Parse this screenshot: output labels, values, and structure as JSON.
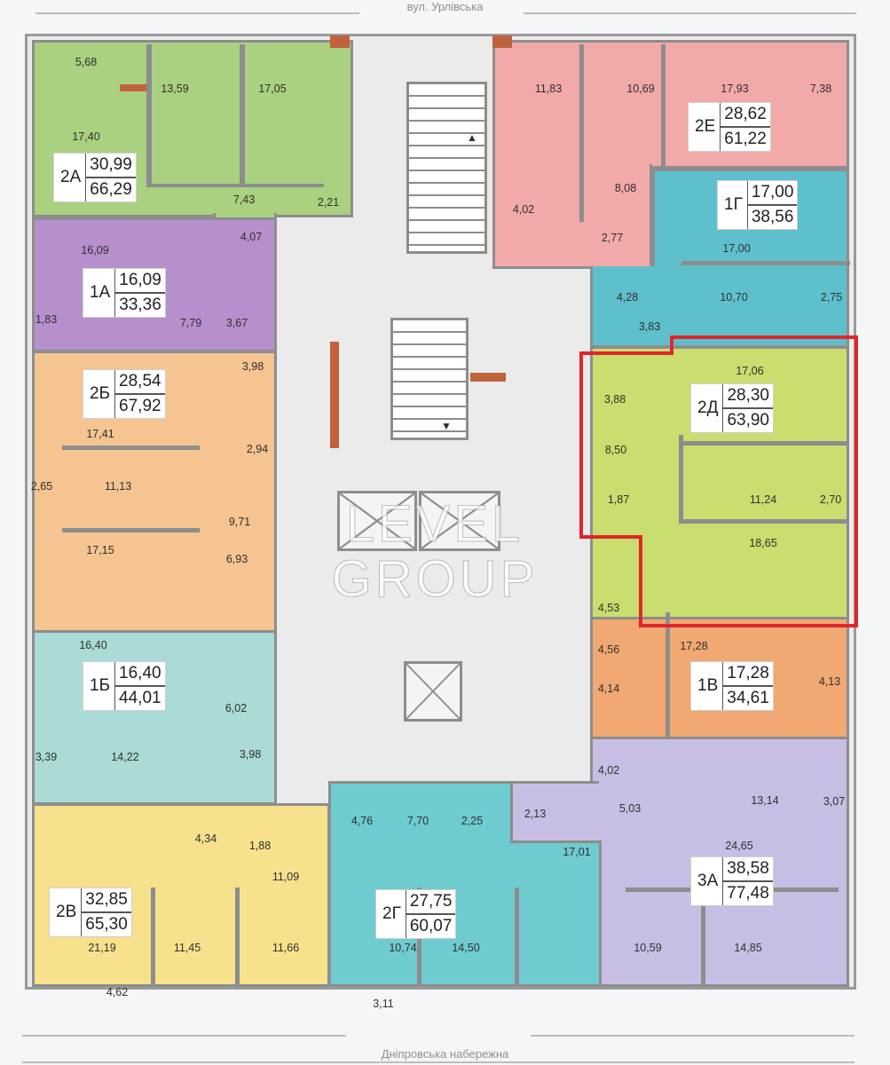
{
  "streets": {
    "top": "вул. Урлівська",
    "bottom": "Дніпровська набережна"
  },
  "watermark": "LEVEL GROUP",
  "highlight_color": "#e0262b",
  "highlighted_apartment": "2Д",
  "apartments": [
    {
      "code": "2А",
      "living": "30,99",
      "total": "66,29",
      "color": "#a9d17f",
      "rooms": [
        "5,68",
        "17,40",
        "13,59",
        "17,05",
        "7,43",
        "2,21",
        "4,07"
      ]
    },
    {
      "code": "2Е",
      "living": "28,62",
      "total": "61,22",
      "color": "#f2a9a9",
      "rooms": [
        "11,83",
        "10,69",
        "17,93",
        "7,38",
        "8,08",
        "4,02",
        "2,77"
      ]
    },
    {
      "code": "1Г",
      "living": "17,00",
      "total": "38,56",
      "color": "#5fc0cd",
      "rooms": [
        "17,00",
        "4,28",
        "10,70",
        "2,75",
        "3,83"
      ]
    },
    {
      "code": "1А",
      "living": "16,09",
      "total": "33,36",
      "color": "#b690cc",
      "rooms": [
        "16,09",
        "7,79",
        "1,83",
        "3,67",
        "3,98"
      ]
    },
    {
      "code": "2Б",
      "living": "28,54",
      "total": "67,92",
      "color": "#f5c490",
      "rooms": [
        "17,41",
        "2,94",
        "2,65",
        "11,13",
        "9,71",
        "17,15",
        "6,93"
      ]
    },
    {
      "code": "2Д",
      "living": "28,30",
      "total": "63,90",
      "color": "#c9de6e",
      "rooms": [
        "17,06",
        "3,88",
        "8,50",
        "1,87",
        "11,24",
        "2,70",
        "18,65",
        "4,53"
      ]
    },
    {
      "code": "1Б",
      "living": "16,40",
      "total": "44,01",
      "color": "#aadbd6",
      "rooms": [
        "16,40",
        "6,02",
        "3,39",
        "14,22",
        "3,98"
      ]
    },
    {
      "code": "1В",
      "living": "17,28",
      "total": "34,61",
      "color": "#f1a872",
      "rooms": [
        "17,28",
        "4,56",
        "4,14",
        "4,13",
        "4,02"
      ]
    },
    {
      "code": "2В",
      "living": "32,85",
      "total": "65,30",
      "color": "#f7e18c",
      "rooms": [
        "4,34",
        "1,88",
        "11,09",
        "21,19",
        "11,45",
        "11,66",
        "4,62"
      ]
    },
    {
      "code": "2Г",
      "living": "27,75",
      "total": "60,07",
      "color": "#6ecbd0",
      "rooms": [
        "4,76",
        "7,70",
        "2,25",
        "2,13",
        "17,01",
        "10,74",
        "14,50",
        "3,11"
      ]
    },
    {
      "code": "3А",
      "living": "38,58",
      "total": "77,48",
      "color": "#c6bfe3",
      "rooms": [
        "5,03",
        "13,14",
        "3,07",
        "24,65",
        "10,59",
        "14,85"
      ]
    }
  ]
}
